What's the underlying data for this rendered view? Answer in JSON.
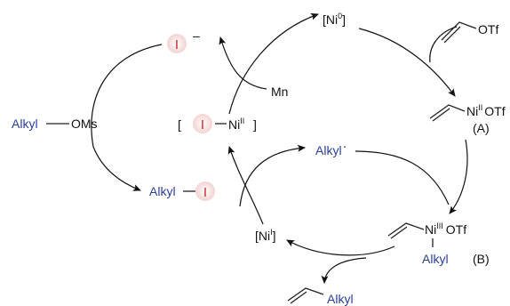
{
  "species": {
    "ni0": {
      "text": "[Ni",
      "sup": "0",
      "close": "]"
    },
    "vinyl_otf": {
      "label": "OTf"
    },
    "vinyl_ni_otf": {
      "metal": "Ni",
      "sup": "II",
      "ligand": "OTf"
    },
    "label_a": {
      "text": "(A)"
    },
    "ni3_complex": {
      "metal": "Ni",
      "sup": "III",
      "ligand": "OTf",
      "alkyl": "Alkyl"
    },
    "label_b": {
      "text": "(B)"
    },
    "ni1": {
      "text": "[Ni",
      "sup": "I",
      "close": "]"
    },
    "product": {
      "alkyl": "Alkyl"
    },
    "alkyl_radical": {
      "text": "Alkyl",
      "dot": "·"
    },
    "alkyl_iodide": {
      "alkyl": "Alkyl",
      "iodine": "I"
    },
    "alkyl_ms": {
      "text": "Alkyl",
      "group": "OMs"
    },
    "iodide_anion": {
      "iodine": "I",
      "charge": "–"
    },
    "ni2_iodide": {
      "open": "[",
      "iodine": "I",
      "metal": "Ni",
      "sup": "II",
      "close": "]"
    },
    "mn": {
      "text": "Mn"
    }
  },
  "colors": {
    "alkyl": "#2b3f9a",
    "iodine": "#d0262b",
    "iodine_circle": "#f9e4e4",
    "ink": "#111111"
  }
}
